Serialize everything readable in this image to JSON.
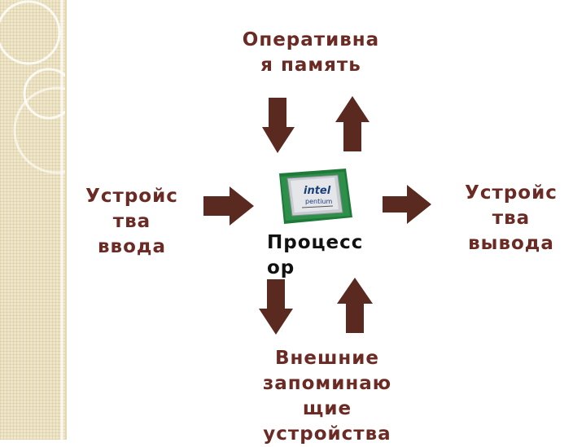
{
  "labels": {
    "ram": "Оперативна\nя память",
    "input": "Устройс\nтва\nввода",
    "output": "Устройс\nтва\nвывода",
    "storage": "Внешние\nзапоминаю\nщие\nустройства",
    "processor": "Процесс\nор"
  },
  "chip": {
    "brand": "intel",
    "model": "pentium"
  },
  "colors": {
    "arrow": "#5a2a20",
    "label": "#6b2a24",
    "panel": "#efe6c9"
  }
}
